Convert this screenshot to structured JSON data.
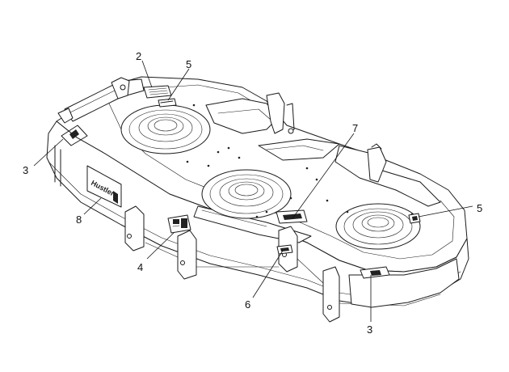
{
  "diagram": {
    "callouts": [
      {
        "id": "c2",
        "text": "2"
      },
      {
        "id": "c5a",
        "text": "5"
      },
      {
        "id": "c7",
        "text": "7"
      },
      {
        "id": "c5b",
        "text": "5"
      },
      {
        "id": "c3a",
        "text": "3"
      },
      {
        "id": "c8",
        "text": "8"
      },
      {
        "id": "c4",
        "text": "4"
      },
      {
        "id": "c6",
        "text": "6"
      },
      {
        "id": "c3b",
        "text": "3"
      }
    ],
    "deck_decal_text": "Hustler"
  }
}
